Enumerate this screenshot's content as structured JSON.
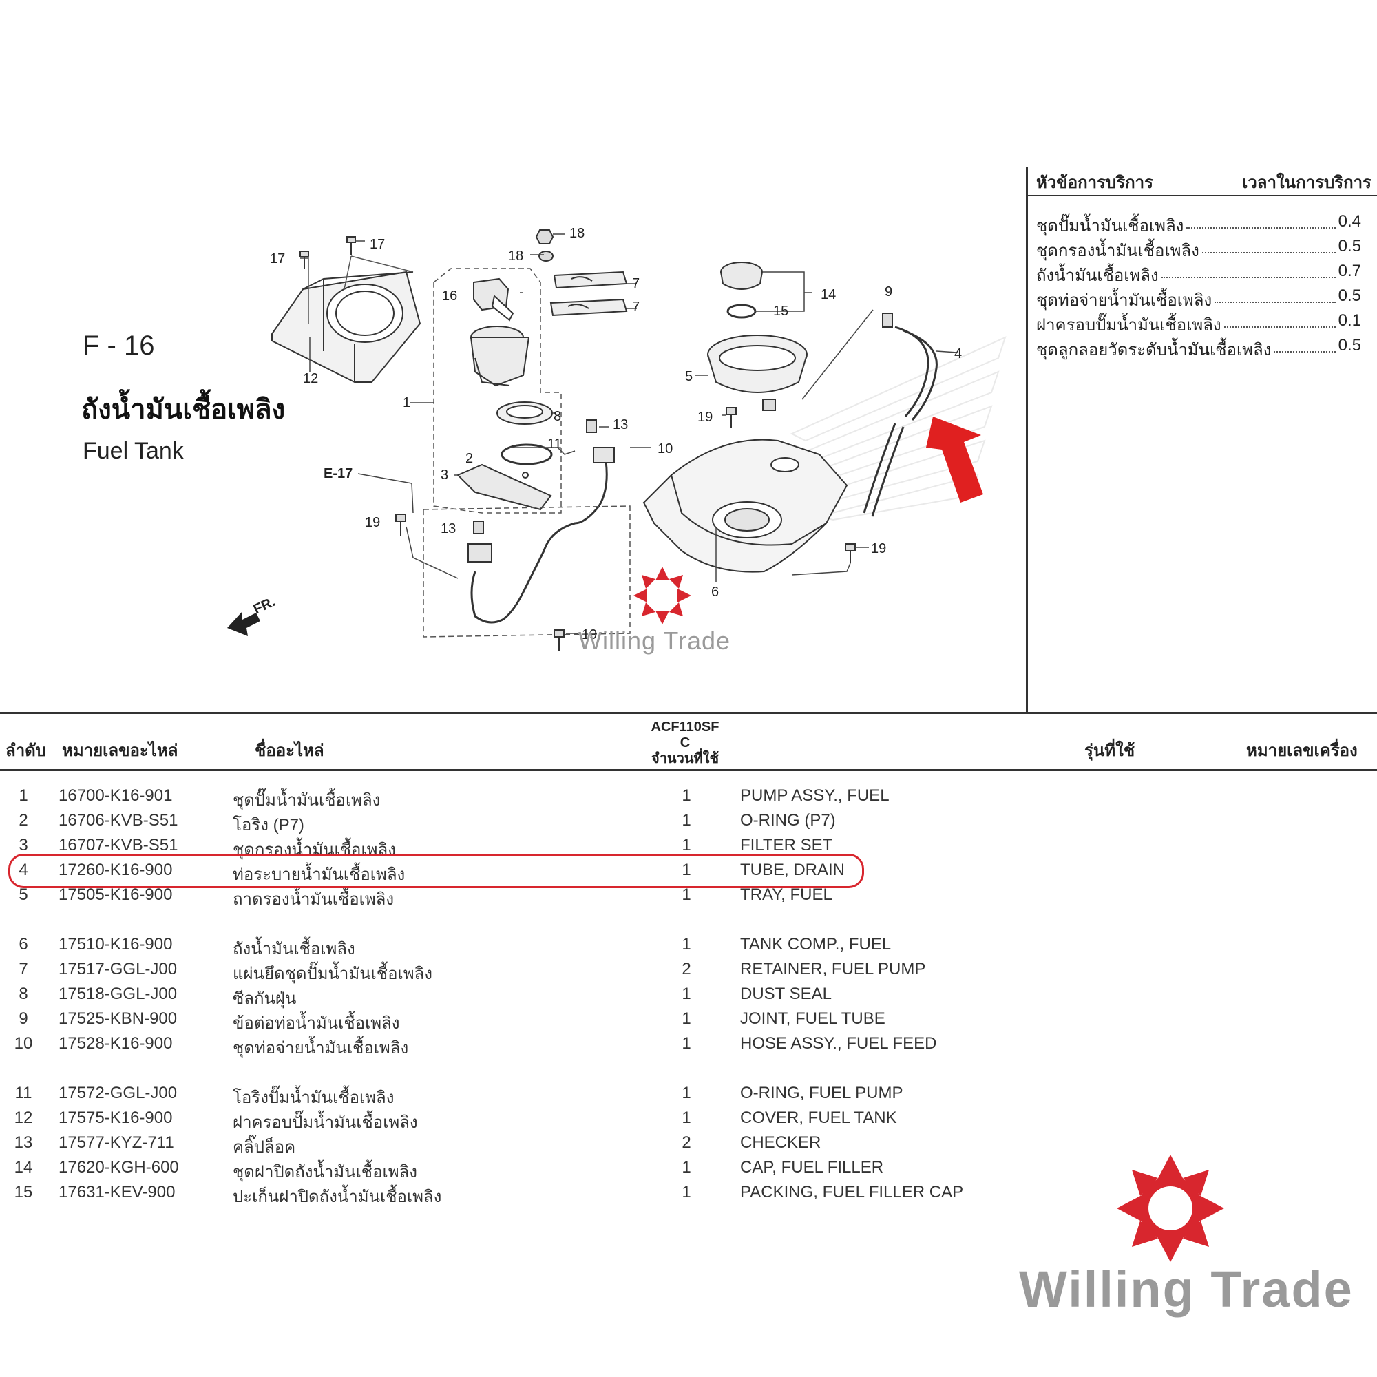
{
  "section": {
    "code": "F - 16",
    "title_th": "ถังน้ำมันเชื้อเพลิง",
    "title_en": "Fuel Tank"
  },
  "diagram": {
    "callouts": [
      "1",
      "2",
      "3",
      "4",
      "5",
      "6",
      "7",
      "7",
      "8",
      "9",
      "10",
      "11",
      "12",
      "13",
      "13",
      "14",
      "15",
      "16",
      "17",
      "17",
      "18",
      "18",
      "19",
      "19",
      "19",
      "19"
    ],
    "ref_label": "E-17",
    "front_label": "FR.",
    "watermark_text": "Willing Trade"
  },
  "service_time": {
    "header_topic": "หัวข้อการบริการ",
    "header_time": "เวลาในการบริการ",
    "items": [
      {
        "name": "ชุดปั๊มน้ำมันเชื้อเพลิง",
        "time": "0.4"
      },
      {
        "name": "ชุดกรองน้ำมันเชื้อเพลิง",
        "time": "0.5"
      },
      {
        "name": "ถังน้ำมันเชื้อเพลิง",
        "time": "0.7"
      },
      {
        "name": "ชุดท่อจ่ายน้ำมันเชื้อเพลิง",
        "time": "0.5"
      },
      {
        "name": "ฝาครอบปั๊มน้ำมันเชื้อเพลิง",
        "time": "0.1"
      },
      {
        "name": "ชุดลูกลอยวัดระดับน้ำมันเชื้อเพลิง",
        "time": "0.5"
      }
    ]
  },
  "table": {
    "headers": {
      "no": "ลำดับ",
      "part_no": "หมายเลขอะไหล่",
      "name": "ชื่ออะไหล่",
      "model_line1": "ACF110SF",
      "model_line2": "C",
      "qty": "จำนวนที่ใช้",
      "model_used": "รุ่นที่ใช้",
      "engine_no": "หมายเลขเครื่อง"
    },
    "rows": [
      {
        "no": "1",
        "part_no": "16700-K16-901",
        "name_th": "ชุดปั๊มน้ำมันเชื้อเพลิง",
        "qty": "1",
        "name_en": "PUMP ASSY., FUEL"
      },
      {
        "no": "2",
        "part_no": "16706-KVB-S51",
        "name_th": "โอริง (P7)",
        "qty": "1",
        "name_en": "O-RING (P7)"
      },
      {
        "no": "3",
        "part_no": "16707-KVB-S51",
        "name_th": "ชุดกรองน้ำมันเชื้อเพลิง",
        "qty": "1",
        "name_en": "FILTER SET"
      },
      {
        "no": "4",
        "part_no": "17260-K16-900",
        "name_th": "ท่อระบายน้ำมันเชื้อเพลิง",
        "qty": "1",
        "name_en": "TUBE, DRAIN"
      },
      {
        "no": "5",
        "part_no": "17505-K16-900",
        "name_th": "ถาดรองน้ำมันเชื้อเพลิง",
        "qty": "1",
        "name_en": "TRAY, FUEL"
      },
      {
        "no": "6",
        "part_no": "17510-K16-900",
        "name_th": "ถังน้ำมันเชื้อเพลิง",
        "qty": "1",
        "name_en": "TANK COMP., FUEL"
      },
      {
        "no": "7",
        "part_no": "17517-GGL-J00",
        "name_th": "แผ่นยึดชุดปั๊มน้ำมันเชื้อเพลิง",
        "qty": "2",
        "name_en": "RETAINER, FUEL PUMP"
      },
      {
        "no": "8",
        "part_no": "17518-GGL-J00",
        "name_th": "ซีลกันฝุ่น",
        "qty": "1",
        "name_en": "DUST SEAL"
      },
      {
        "no": "9",
        "part_no": "17525-KBN-900",
        "name_th": "ข้อต่อท่อน้ำมันเชื้อเพลิง",
        "qty": "1",
        "name_en": "JOINT, FUEL TUBE"
      },
      {
        "no": "10",
        "part_no": "17528-K16-900",
        "name_th": "ชุดท่อจ่ายน้ำมันเชื้อเพลิง",
        "qty": "1",
        "name_en": "HOSE ASSY., FUEL FEED"
      },
      {
        "no": "11",
        "part_no": "17572-GGL-J00",
        "name_th": "โอริงปั๊มน้ำมันเชื้อเพลิง",
        "qty": "1",
        "name_en": "O-RING, FUEL PUMP"
      },
      {
        "no": "12",
        "part_no": "17575-K16-900",
        "name_th": "ฝาครอบปั๊มน้ำมันเชื้อเพลิง",
        "qty": "1",
        "name_en": "COVER, FUEL TANK"
      },
      {
        "no": "13",
        "part_no": "17577-KYZ-711",
        "name_th": "คลิ๊ปล็อค",
        "qty": "2",
        "name_en": "CHECKER"
      },
      {
        "no": "14",
        "part_no": "17620-KGH-600",
        "name_th": "ชุดฝาปิดถังน้ำมันเชื้อเพลิง",
        "qty": "1",
        "name_en": "CAP, FUEL FILLER"
      },
      {
        "no": "15",
        "part_no": "17631-KEV-900",
        "name_th": "ปะเก็นฝาปิดถังน้ำมันเชื้อเพลิง",
        "qty": "1",
        "name_en": "PACKING, FUEL FILLER CAP"
      }
    ],
    "highlighted_row_no": "4"
  },
  "branding": {
    "watermark_text": "Willing Trade",
    "logo_color": "#d8262e",
    "highlight_color": "#d8262e",
    "arrow_color": "#e02020"
  }
}
